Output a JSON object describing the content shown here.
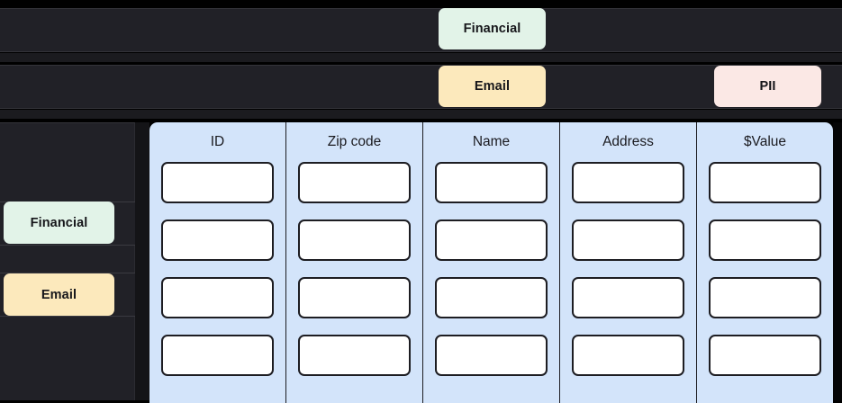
{
  "top_rows": [
    {
      "row_name": "financial-row",
      "tags": [
        {
          "label": "Financial",
          "color": "#e2f3e8",
          "position": "center"
        }
      ]
    },
    {
      "row_name": "email-row",
      "tags": [
        {
          "label": "Email",
          "color": "#fce9bc",
          "position": "center"
        },
        {
          "label": "PII",
          "color": "#fbe8e5",
          "position": "right"
        }
      ]
    }
  ],
  "sidebar": {
    "items": [
      {
        "label": "Financial",
        "color": "#e2f3e8"
      },
      {
        "label": "Email",
        "color": "#fce9bc"
      }
    ]
  },
  "table": {
    "background": "#d3e4fa",
    "columns": [
      {
        "header": "ID",
        "cells": [
          "",
          "",
          "",
          ""
        ]
      },
      {
        "header": "Zip code",
        "cells": [
          "",
          "",
          "",
          ""
        ]
      },
      {
        "header": "Name",
        "cells": [
          "",
          "",
          "",
          ""
        ]
      },
      {
        "header": "Address",
        "cells": [
          "",
          "",
          "",
          ""
        ]
      },
      {
        "header": "$Value",
        "cells": [
          "",
          "",
          "",
          ""
        ]
      }
    ],
    "row_count": 4
  },
  "colors": {
    "background": "#212127",
    "black": "#000000",
    "table_blue": "#d3e4fa",
    "cell_white": "#ffffff",
    "border_dark": "#1d1d22",
    "tag_green": "#e2f3e8",
    "tag_yellow": "#fce9bc",
    "tag_pink": "#fbe8e5"
  }
}
